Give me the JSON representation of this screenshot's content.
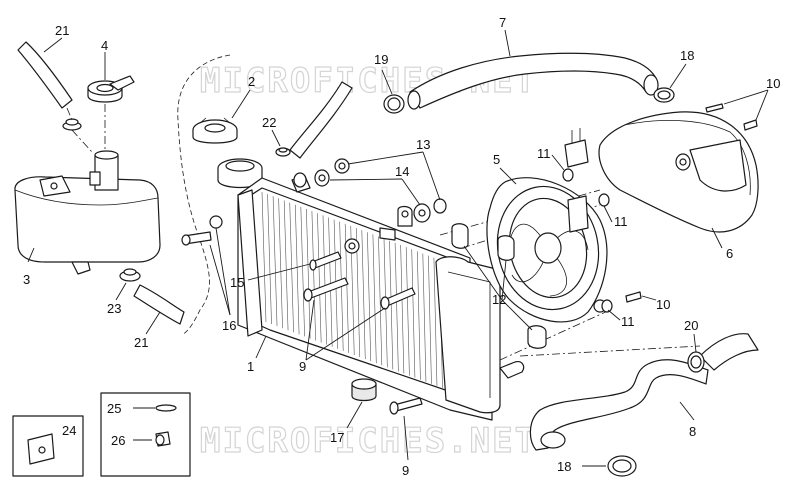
{
  "watermark": "MICROFICHES.NET",
  "callouts": {
    "c1": "1",
    "c2": "2",
    "c3": "3",
    "c4": "4",
    "c5": "5",
    "c6": "6",
    "c7": "7",
    "c8": "8",
    "c9a": "9",
    "c9b": "9",
    "c10a": "10",
    "c10b": "10",
    "c11a": "11",
    "c11b": "11",
    "c11c": "11",
    "c12": "12",
    "c13": "13",
    "c14": "14",
    "c15": "15",
    "c16": "16",
    "c17": "17",
    "c18a": "18",
    "c18b": "18",
    "c19": "19",
    "c20": "20",
    "c21a": "21",
    "c21b": "21",
    "c22": "22",
    "c23": "23",
    "c24": "24",
    "c25": "25",
    "c26": "26"
  },
  "colors": {
    "ink": "#1a1a1a",
    "watermark": "#d4d4d4",
    "background": "#ffffff"
  }
}
